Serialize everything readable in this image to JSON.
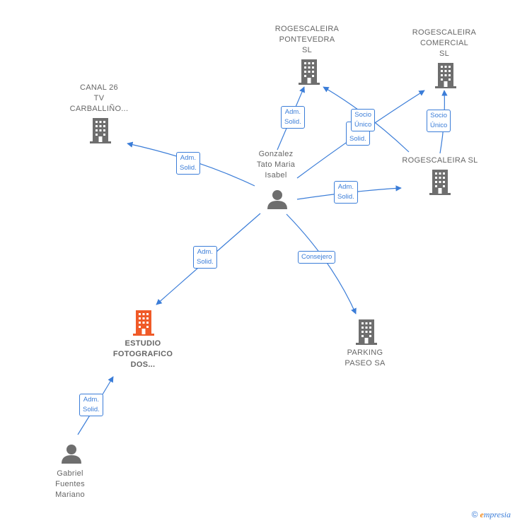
{
  "nodes": {
    "canal26": {
      "label": "CANAL 26\nTV\nCARBALLIÑO...",
      "type": "company"
    },
    "pontevedra": {
      "label": "ROGESCALEIRA\nPONTEVEDRA\nSL",
      "type": "company"
    },
    "comercial": {
      "label": "ROGESCALEIRA\nCOMERCIAL\nSL",
      "type": "company"
    },
    "rogescaleira": {
      "label": "ROGESCALEIRA SL",
      "type": "company"
    },
    "gonzalez": {
      "label": "Gonzalez\nTato Maria\nIsabel",
      "type": "person"
    },
    "estudio": {
      "label": "ESTUDIO\nFOTOGRAFICO\nDOS...",
      "type": "company-focus"
    },
    "parking": {
      "label": "PARKING\nPASEO SA",
      "type": "company"
    },
    "gabriel": {
      "label": "Gabriel\nFuentes\nMariano",
      "type": "person"
    }
  },
  "edges": {
    "canal26": "Adm.\nSolid.",
    "pontevedra": "Adm.\nSolid.",
    "comercial_a": "Socio\nÚnico",
    "comercial_b": "Solid.",
    "rogescaleira_to_comercial": "Socio\nÚnico",
    "rogescaleira": "Adm.\nSolid.",
    "estudio": "Adm.\nSolid.",
    "parking": "Consejero",
    "gabriel": "Adm.\nSolid."
  },
  "colors": {
    "edge": "#3b7dd8",
    "company": "#6e6e6e",
    "focus": "#f05a28",
    "person": "#6e6e6e"
  },
  "footer": {
    "copyright": "©",
    "brand_initial": "e",
    "brand_rest": "mpresia"
  }
}
